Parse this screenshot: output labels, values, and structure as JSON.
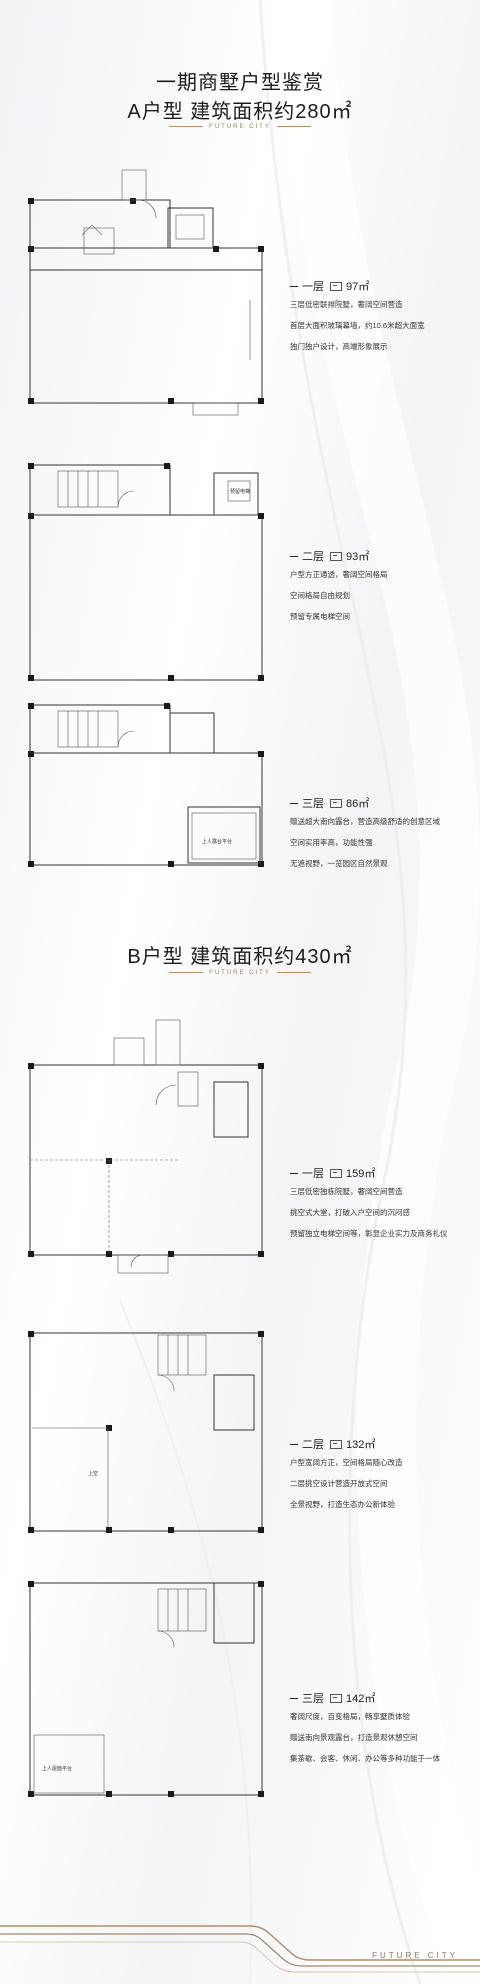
{
  "header": {
    "title_line1": "一期商墅户型鉴赏",
    "title_line2": "A户型  建筑面积约280㎡",
    "brand_small": "FUTURE CITY"
  },
  "type_a": {
    "floors": [
      {
        "name": "一层",
        "area": "97㎡",
        "lines": [
          "三层低密联排院墅，奢阔空间营造",
          "首层大面积玻璃幕墙，约10.6米超大面宽",
          "独门独户设计，高端形象展示"
        ]
      },
      {
        "name": "二层",
        "area": "93㎡",
        "lines": [
          "户型方正通透，奢阔空间格局",
          "空间格局自由规划",
          "预留专属电梯空间"
        ],
        "plan_label": "预留电梯"
      },
      {
        "name": "三层",
        "area": "86㎡",
        "lines": [
          "赠送超大南向露台，营造高级舒适的创意区域",
          "空间实用率高，功能性强",
          "无遮视野，一览园区自然景观"
        ],
        "plan_label": "上人露台平台"
      }
    ]
  },
  "type_b": {
    "title": "B户型  建筑面积约430㎡",
    "brand_small": "FUTURE CITY",
    "floors": [
      {
        "name": "一层",
        "area": "159㎡",
        "lines": [
          "三层低密独栋院墅，奢阔空间营造",
          "挑空式大堂，打破入户空间的沉闷感",
          "预留独立电梯空间等，彰显企业实力及商务礼仪"
        ]
      },
      {
        "name": "二层",
        "area": "132㎡",
        "lines": [
          "户型宽阔方正，空间格局随心改造",
          "二层挑空设计营造开放式空间",
          "全景视野，打造生态办公新体验"
        ],
        "plan_label": "上空"
      },
      {
        "name": "三层",
        "area": "142㎡",
        "lines": [
          "奢阔尺度，百变格局，畅享墅质体验",
          "赠送南向景观露台，打造景观休憩空间",
          "集茶歇、会客、休闲、办公等多种功能于一体"
        ],
        "plan_label": "上人屋面平台"
      }
    ]
  },
  "footer": {
    "brand": "FUTURE CITY"
  },
  "colors": {
    "accent": "#b08e6a",
    "text": "#222222",
    "background": "#f6f6f8"
  }
}
